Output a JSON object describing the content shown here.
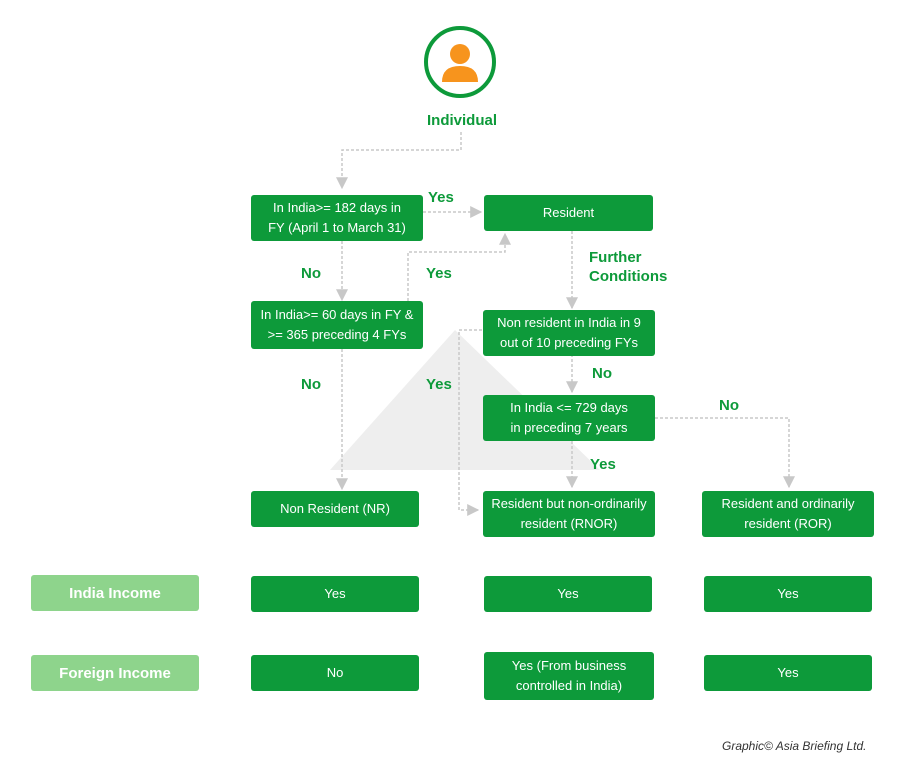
{
  "colors": {
    "node_fill": "#0d9a3a",
    "side_fill": "#8ed48c",
    "label_green": "#0d9a3a",
    "avatar_orange": "#f7941d",
    "connector_gray": "#c8c8c8"
  },
  "root": {
    "label": "Individual",
    "icon": "person-icon"
  },
  "nodes": {
    "q182": "In India>= 182 days in\nFY (April 1 to March 31)",
    "q60": "In India>= 60 days in FY &\n>= 365 preceding 4 FYs",
    "resident": "Resident",
    "q9of10": "Non resident in India in 9\nout of 10 preceding FYs",
    "q729": "In India <= 729 days\nin preceding 7 years",
    "nr": "Non Resident (NR)",
    "rnor": "Resident but non-ordinarily\nresident (RNOR)",
    "ror": "Resident and ordinarily\nresident (ROR)"
  },
  "edge_labels": {
    "yes_182": "Yes",
    "no_182": "No",
    "yes_60": "Yes",
    "no_60": "No",
    "further_conditions": "Further\nConditions",
    "no_9of10": "No",
    "yes_9of10": "Yes",
    "no_729": "No",
    "yes_729": "Yes"
  },
  "income_rows": [
    {
      "label": "India Income",
      "nr": "Yes",
      "rnor": "Yes",
      "ror": "Yes"
    },
    {
      "label": "Foreign Income",
      "nr": "No",
      "rnor": "Yes (From business\ncontrolled in India)",
      "ror": "Yes"
    }
  ],
  "credit": "Graphic© Asia Briefing Ltd."
}
